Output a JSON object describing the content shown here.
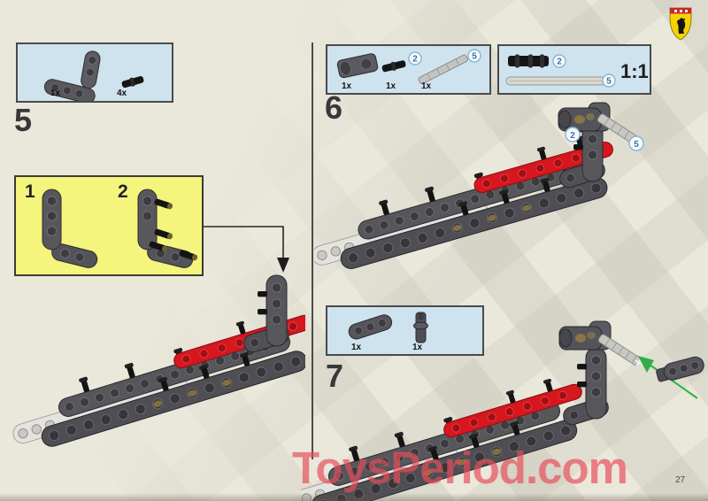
{
  "page": {
    "number": "27",
    "watermark": "ToysPeriod.com"
  },
  "steps": {
    "s5": {
      "number": "5",
      "parts": {
        "beam": "1x",
        "pins": "4x"
      },
      "inset": {
        "sub1": "1",
        "sub2": "2"
      }
    },
    "s6": {
      "number": "6",
      "parts": {
        "block": "1x",
        "pin": "1x",
        "axle": "1x",
        "pin_callout": "2",
        "axle_callout": "5"
      },
      "scale": {
        "label": "1:1",
        "pin_callout": "2",
        "axle_callout": "5"
      },
      "asm": {
        "pin_callout": "2",
        "axle_callout": "5"
      }
    },
    "s7": {
      "number": "7",
      "parts": {
        "block": "1x",
        "pin": "1x"
      }
    }
  },
  "colors": {
    "accent_red": "#d7161d",
    "box_blue": "#cfe3ef",
    "inset_yellow": "#f5f47d",
    "green_arrow": "#2faf45"
  }
}
